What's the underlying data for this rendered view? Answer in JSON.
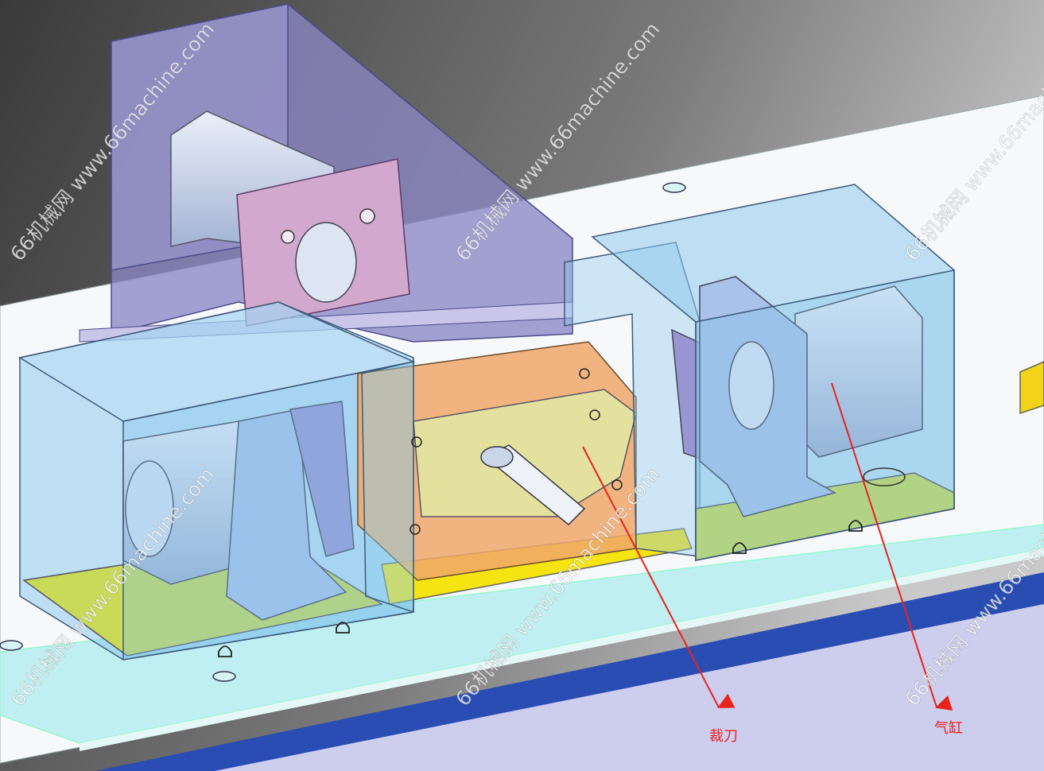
{
  "callouts": [
    {
      "id": "cutter",
      "text": "裁刀"
    },
    {
      "id": "cylinder",
      "text": "气缸"
    }
  ],
  "watermark": "66机械网 www.66machine.com",
  "colors": {
    "callout": "#e8231c",
    "enclosure_blue": "#7ec3ea",
    "cover_purple": "#8a86c4",
    "die_orange": "#f0a86a",
    "die_yellow": "#f5e410",
    "base_green": "#c9da58",
    "rail_blue": "#2a4db4",
    "floor_lavender": "#cdcdee"
  }
}
